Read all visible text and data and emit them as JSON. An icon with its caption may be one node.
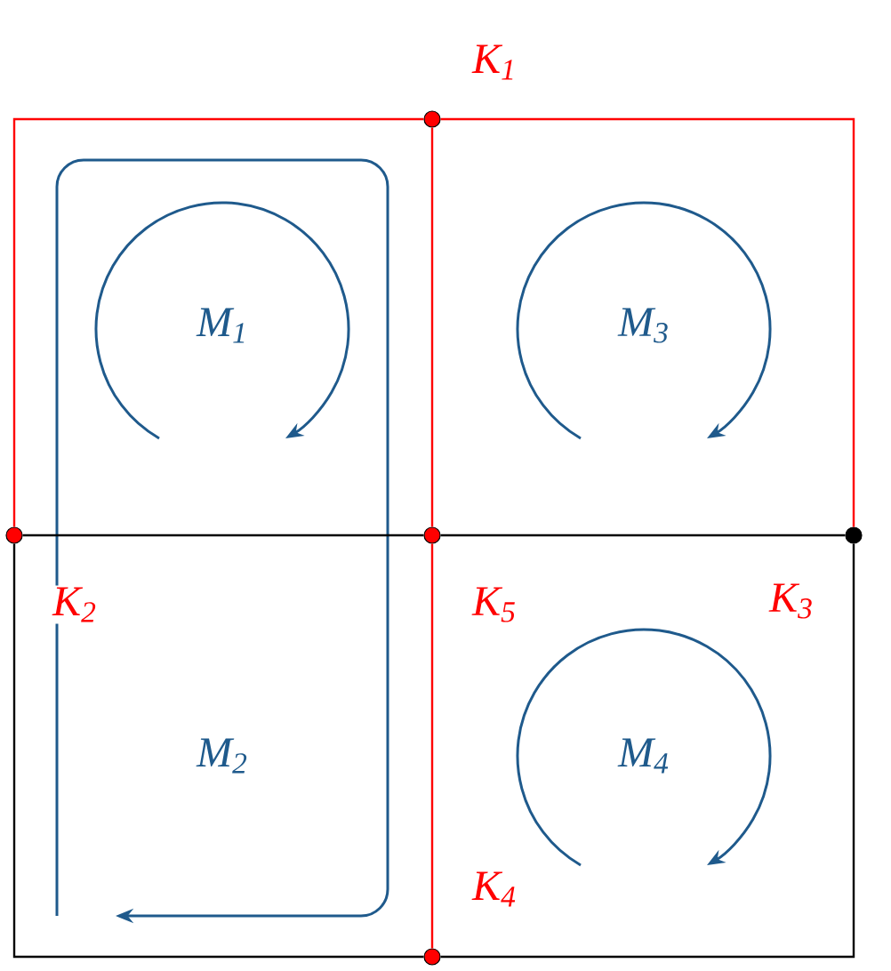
{
  "diagram": {
    "nodes": [
      {
        "text": [
          "K$_{1}$"
        ]
      },
      {
        "text": [
          "K$_{2}$"
        ]
      },
      {
        "text": [
          "K$_{3}$"
        ]
      },
      {
        "text": [
          "K$_{4}$"
        ]
      },
      {
        "text": [
          "K$_{5}$"
        ]
      }
    ],
    "edges": [
      {
        "from": 0,
        "to": 1,
        "arrow": "none",
        "color": "#ff0000"
      },
      {
        "from": 0,
        "to": 2,
        "arrow": "none",
        "color": "#ff0000"
      },
      {
        "from": 0,
        "to": 4,
        "arrow": "none",
        "color": "#ff0000"
      },
      {
        "from": 4,
        "to": 3,
        "arrow": "none",
        "color": "#ff0000"
      },
      {
        "from": 1,
        "to": 4,
        "arrow": "none",
        "color": "#000000"
      },
      {
        "from": 4,
        "to": 2,
        "arrow": "none",
        "color": "#000000"
      },
      {
        "from": 1,
        "to": 3,
        "arrow": "none",
        "color": "#000000"
      },
      {
        "from": 3,
        "to": 2,
        "arrow": "none",
        "color": "#000000"
      }
    ],
    "labels": [
      "M$_{1}$",
      "M$_{3}$",
      "M$_{2}$",
      "M$_{4}$"
    ]
  }
}
